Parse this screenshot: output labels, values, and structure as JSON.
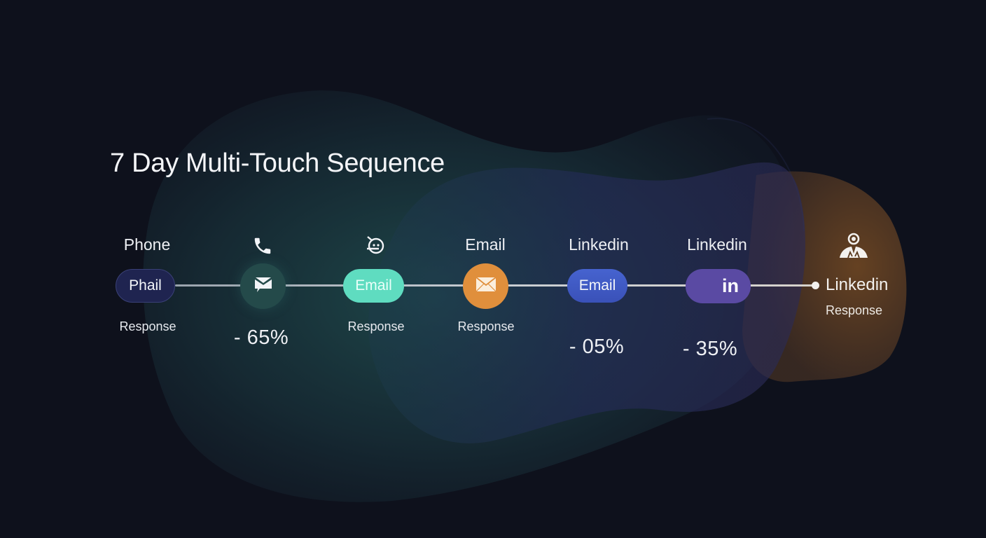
{
  "title": "7 Day Multi-Touch Sequence",
  "colors": {
    "background": "#0e111c",
    "teal_blob": "#1b3a40",
    "indigo_blob": "#25294f",
    "orange_blob": "#5a3a1f",
    "step_phail": "#1f2450",
    "step_chat": "#244a4a",
    "step_email_teal": "#5fdcc0",
    "step_email_orange": "#e08f3c",
    "step_email_blue": "#3e58c3",
    "step_linkedin": "#5a4aa3"
  },
  "steps": [
    {
      "top_label": "Phone",
      "node_label": "Phail",
      "node_shape": "pill",
      "node_color": "#1f2450",
      "bottom_label": "Response",
      "metric": ""
    },
    {
      "top_icon": "phone-icon",
      "node_icon": "chat-envelope-icon",
      "node_shape": "circle",
      "node_color": "#244a4a",
      "bottom_label": "",
      "metric": "- 65%"
    },
    {
      "top_icon": "bot-face-icon",
      "node_label": "Email",
      "node_shape": "pill",
      "node_color": "#5fdcc0",
      "bottom_label": "Response",
      "metric": ""
    },
    {
      "top_label": "Email",
      "node_icon": "envelope-icon",
      "node_shape": "circle",
      "node_color": "#e08f3c",
      "bottom_label": "Response",
      "metric": ""
    },
    {
      "top_label": "Linkedin",
      "node_label": "Email",
      "node_shape": "pill",
      "node_color": "#3e58c3",
      "bottom_label": "",
      "metric": "- 05%"
    },
    {
      "top_label": "Linkedin",
      "node_icon": "linkedin-icon",
      "node_icon_text": "in",
      "node_shape": "pill",
      "node_color": "#5a4aa3",
      "bottom_label": "",
      "metric": "- 35%"
    }
  ],
  "end": {
    "top_icon": "person-agent-icon",
    "label": "Linkedin",
    "sub_label": "Response"
  }
}
